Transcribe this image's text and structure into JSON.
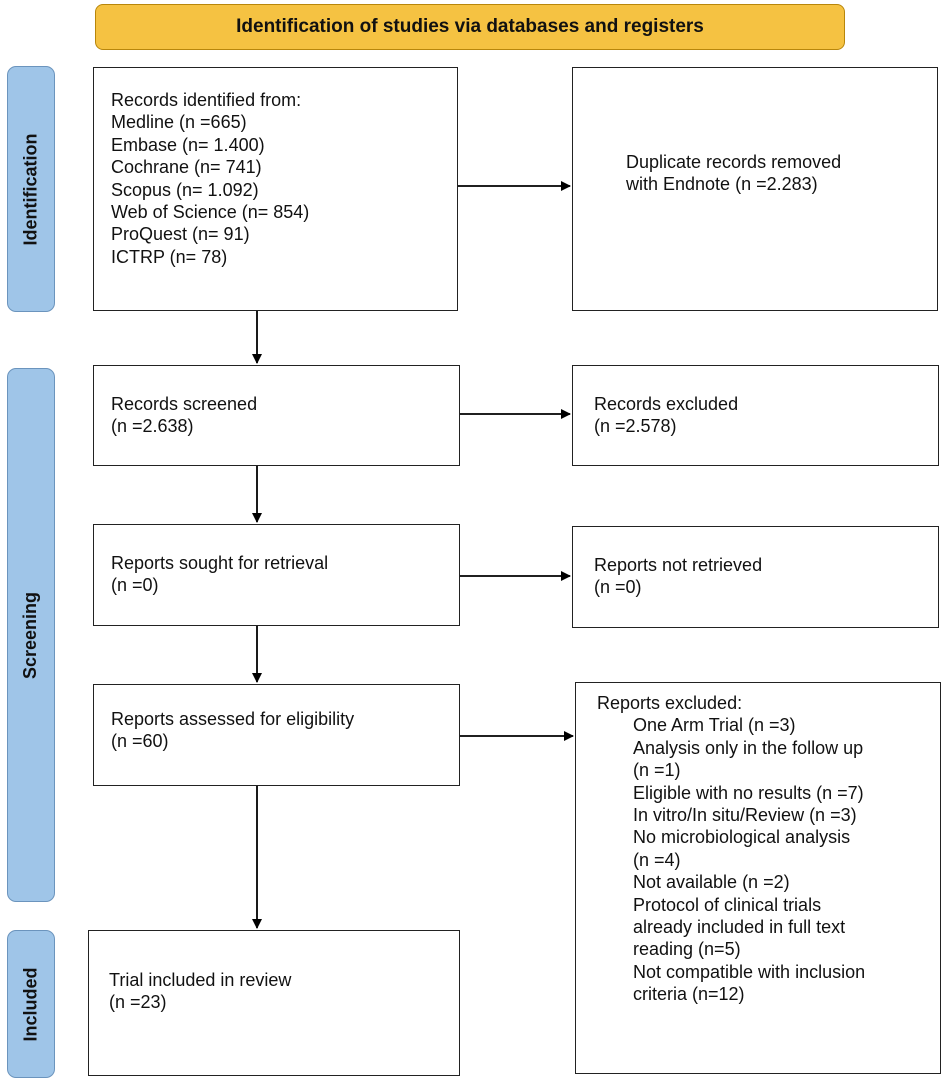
{
  "banner": "Identification of studies via databases and registers",
  "phases": {
    "identification": "Identification",
    "screening": "Screening",
    "included": "Included"
  },
  "records_identified": {
    "heading": "Records identified from:",
    "sources": [
      "Medline (n =665)",
      "Embase (n= 1.400)",
      "Cochrane (n= 741)",
      "Scopus (n= 1.092)",
      "Web of Science (n= 854)",
      "ProQuest (n= 91)",
      "ICTRP (n= 78)"
    ]
  },
  "duplicates": {
    "line1": "Duplicate records removed",
    "line2": "with Endnote (n =2.283)"
  },
  "screened": {
    "line1": "Records screened",
    "line2": "(n =2.638)"
  },
  "excluded": {
    "line1": "Records excluded",
    "line2": "(n =2.578)"
  },
  "sought": {
    "line1": "Reports sought for retrieval",
    "line2": "(n =0)"
  },
  "not_retrieved": {
    "line1": "Reports not retrieved",
    "line2": "(n =0)"
  },
  "assessed": {
    "line1": "Reports assessed for eligibility",
    "line2": "(n =60)"
  },
  "reports_excluded": {
    "heading": "Reports excluded:",
    "items": [
      "One Arm Trial (n =3)",
      "Analysis only in the follow up",
      "(n =1)",
      "Eligible with no results (n =7)",
      "In vitro/In situ/Review (n =3)",
      "No microbiological analysis",
      "(n =4)",
      "Not available (n =2)",
      "Protocol of clinical trials",
      "already included in full text",
      "reading (n=5)",
      "Not compatible with inclusion",
      "criteria (n=12)"
    ]
  },
  "included": {
    "line1": "Trial included in review",
    "line2": "(n =23)"
  }
}
